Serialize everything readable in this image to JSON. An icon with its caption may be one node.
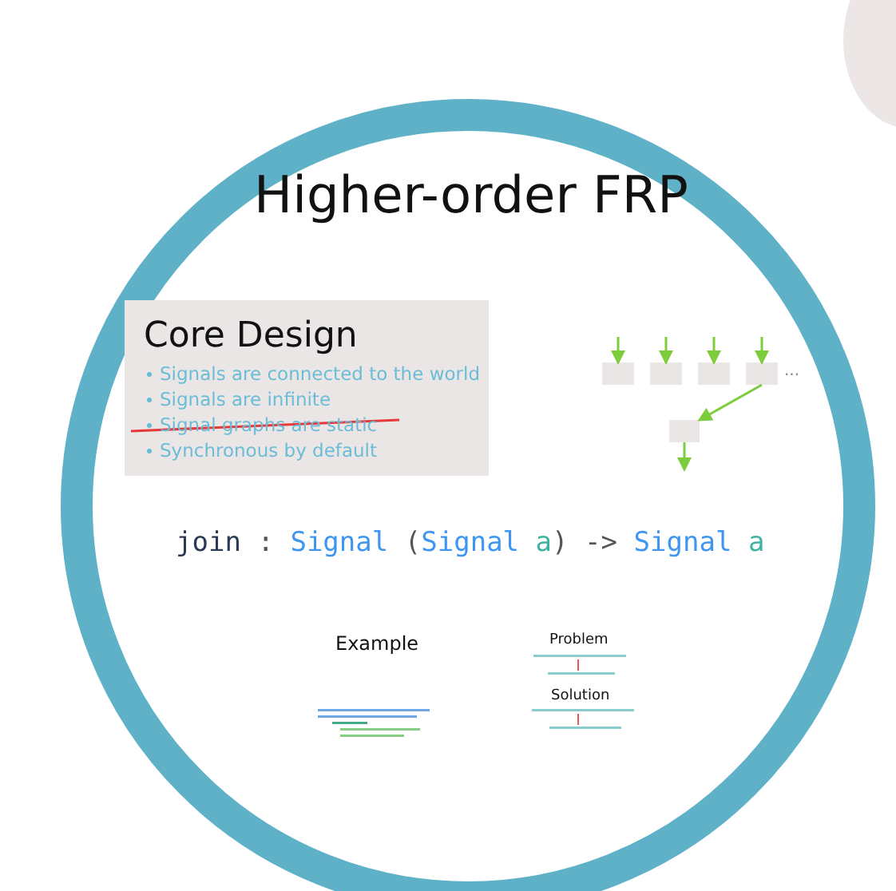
{
  "diagram": {
    "title": "Higher-order FRP",
    "nodes": [
      {
        "text": [
          "Core Design",
          "Signals are connected to the world",
          "Signals are infinite",
          "Signal graphs are static",
          "Synchronous by default"
        ]
      },
      {
        "text": [],
        "shape": "box"
      },
      {
        "text": [],
        "shape": "box"
      },
      {
        "text": [],
        "shape": "box"
      },
      {
        "text": [],
        "shape": "box"
      },
      {
        "text": [],
        "shape": "box"
      }
    ],
    "edges": [
      {
        "from": null,
        "to": 1,
        "arrow": "to",
        "color": "#7ccc3c"
      },
      {
        "from": null,
        "to": 2,
        "arrow": "to",
        "color": "#7ccc3c"
      },
      {
        "from": null,
        "to": 3,
        "arrow": "to",
        "color": "#7ccc3c"
      },
      {
        "from": null,
        "to": 4,
        "arrow": "to",
        "color": "#7ccc3c"
      },
      {
        "from": 4,
        "to": 5,
        "arrow": "to",
        "color": "#7ccc3c"
      },
      {
        "from": 5,
        "to": null,
        "arrow": "to",
        "color": "#7ccc3c"
      }
    ],
    "labels": [
      "...",
      "join : Signal (Signal a) -> Signal a",
      "Example",
      "Problem",
      "Solution"
    ]
  }
}
